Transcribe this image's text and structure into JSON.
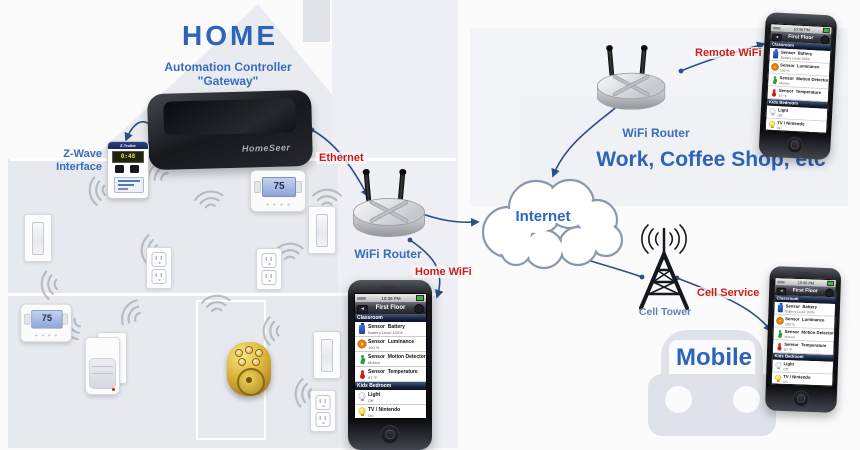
{
  "home": {
    "title": "HOME",
    "controller_label_line1": "Automation Controller",
    "controller_label_line2": "\"Gateway\"",
    "controller_brand": "HomeSeer",
    "zwave_label_line1": "Z-Wave",
    "zwave_label_line2": "Interface",
    "zwave_device_name": "Z-Troller",
    "zwave_device_display": "0:48",
    "ethernet_label": "Ethernet",
    "wifi_router_label": "WiFi Router",
    "home_wifi_label": "Home WiFi",
    "thermostat_temp": "75"
  },
  "internet": {
    "label": "Internet"
  },
  "work": {
    "title": "Work, Coffee Shop, etc",
    "wifi_router_label": "WiFi Router",
    "remote_wifi_label": "Remote WiFi"
  },
  "mobile": {
    "title": "Mobile",
    "cell_tower_label": "Cell Tower",
    "cell_service_label": "Cell Service"
  },
  "phone": {
    "status_time": "10:36 PM",
    "nav_title": "First Floor",
    "nav_back_glyph": "◂",
    "sections": [
      {
        "header": "Classroom",
        "rows": [
          {
            "icon": "battery-icon",
            "title": "Sensor  Battery",
            "sub": "Battery Level 100%"
          },
          {
            "icon": "luminance-icon",
            "title": "Sensor  Luminance",
            "sub": "100 %"
          },
          {
            "icon": "motion-icon",
            "title": "Sensor  Motion Detector",
            "sub": "Motion"
          },
          {
            "icon": "temperature-icon",
            "title": "Sensor  Temperature",
            "sub": "67 °F"
          }
        ]
      },
      {
        "header": "Kids Bedroom",
        "rows": [
          {
            "icon": "light-off-icon",
            "title": "Light",
            "sub": "Off"
          },
          {
            "icon": "light-on-icon",
            "title": "TV / Nintendo",
            "sub": "On"
          }
        ]
      }
    ]
  },
  "colors": {
    "accent_blue": "#2d63b8",
    "label_red": "#c31f1f",
    "line_blue": "#2a4f82",
    "cloud_stroke": "#8a97ad"
  }
}
